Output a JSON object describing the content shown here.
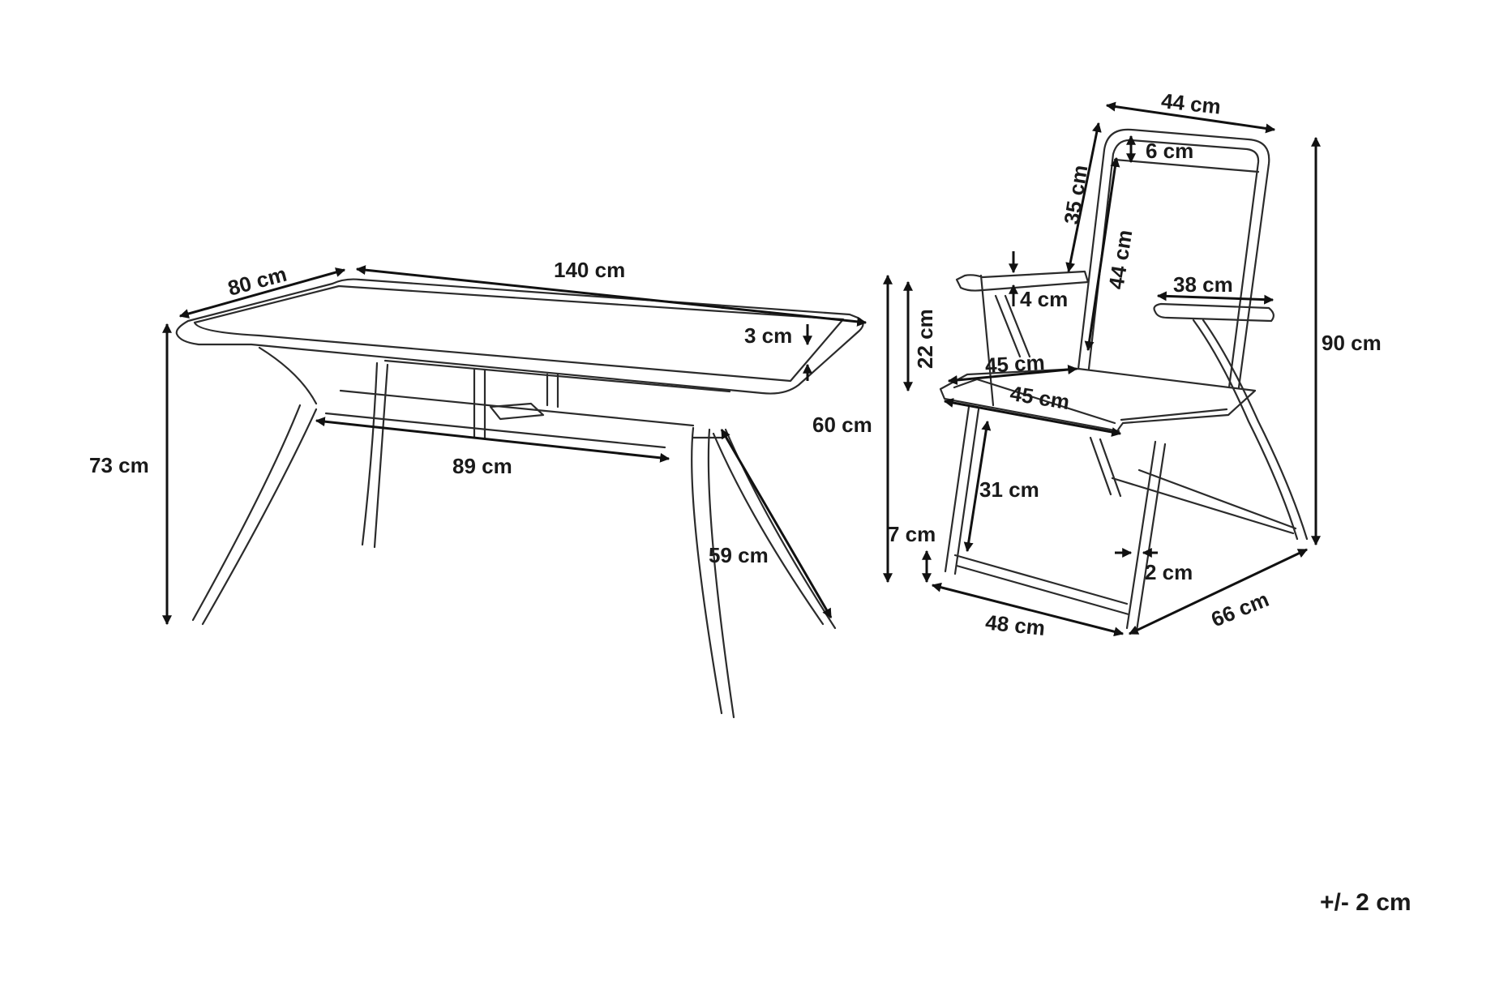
{
  "table": {
    "width": "80 cm",
    "length": "140 cm",
    "top_thickness": "3 cm",
    "height": "73 cm",
    "inner_span": "89 cm",
    "leg_length": "59 cm"
  },
  "chair": {
    "back_width": "44 cm",
    "top_rail": "6 cm",
    "back_frame": "35 cm",
    "back_height": "44 cm",
    "armrest_thickness": "4 cm",
    "armrest_length": "38 cm",
    "armrest_height": "22 cm",
    "seat_depth": "45 cm",
    "seat_width": "45 cm",
    "total_height": "90 cm",
    "seat_height": "60 cm",
    "leg_height": "31 cm",
    "foot_bar": "7 cm",
    "tube": "2 cm",
    "base_width": "48 cm",
    "base_depth": "66 cm"
  },
  "tolerance": "+/- 2 cm"
}
